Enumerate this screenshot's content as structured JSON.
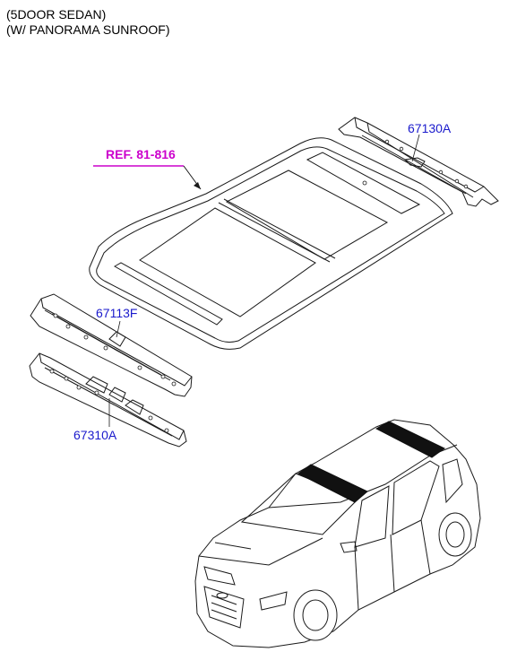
{
  "caption": {
    "line1": "(5DOOR SEDAN)",
    "line2": "(W/ PANORAMA SUNROOF)"
  },
  "labels": {
    "rear_rail": "67130A",
    "front_rail_upper": "67113F",
    "front_rail_lower": "67310A",
    "roof_ref": "REF. 81-816"
  },
  "colors": {
    "part_number": "#1a1acc",
    "reference": "#cc00cc",
    "line": "#1a1a1a",
    "highlight": "#111111"
  }
}
